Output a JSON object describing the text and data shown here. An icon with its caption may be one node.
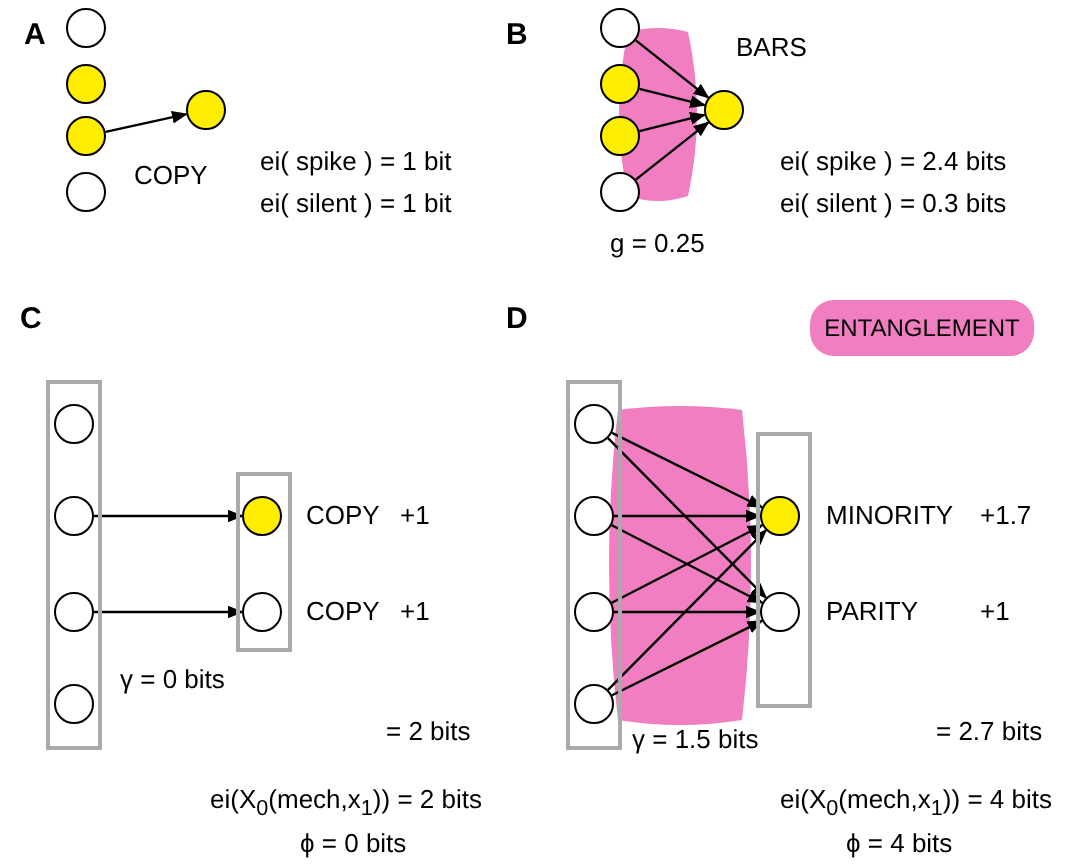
{
  "diagram": {
    "nodes": [
      {
        "text": [],
        "shape": "circle"
      },
      {
        "text": [],
        "shape": "circle"
      },
      {
        "text": [],
        "shape": "circle"
      },
      {
        "text": [],
        "shape": "circle"
      },
      {
        "text": [],
        "shape": "circle"
      },
      {
        "text": [],
        "shape": "circle"
      },
      {
        "text": [],
        "shape": "circle"
      },
      {
        "text": [],
        "shape": "circle"
      },
      {
        "text": [],
        "shape": "circle"
      },
      {
        "text": [],
        "shape": "circle"
      },
      {
        "text": [],
        "shape": "box"
      },
      {
        "text": [],
        "shape": "circle",
        "in": 10
      },
      {
        "text": [],
        "shape": "circle",
        "in": 10
      },
      {
        "text": [],
        "shape": "circle",
        "in": 10
      },
      {
        "text": [],
        "shape": "circle",
        "in": 10
      },
      {
        "text": [],
        "shape": "box"
      },
      {
        "text": [],
        "shape": "circle",
        "in": 15
      },
      {
        "text": [],
        "shape": "circle",
        "in": 15
      },
      {
        "text": [],
        "shape": "box"
      },
      {
        "text": [],
        "shape": "circle",
        "in": 18
      },
      {
        "text": [],
        "shape": "circle",
        "in": 18
      },
      {
        "text": [],
        "shape": "circle",
        "in": 18
      },
      {
        "text": [],
        "shape": "circle",
        "in": 18
      },
      {
        "text": [],
        "shape": "box"
      },
      {
        "text": [],
        "shape": "circle",
        "in": 23
      },
      {
        "text": [],
        "shape": "circle",
        "in": 23
      }
    ],
    "edges": [
      {
        "from": 2,
        "to": 4,
        "arrow": "to"
      },
      {
        "from": 5,
        "to": 9,
        "arrow": "to"
      },
      {
        "from": 6,
        "to": 9,
        "arrow": "to"
      },
      {
        "from": 7,
        "to": 9,
        "arrow": "to"
      },
      {
        "from": 8,
        "to": 9,
        "arrow": "to"
      },
      {
        "from": 12,
        "to": 16,
        "arrow": "to"
      },
      {
        "from": 13,
        "to": 17,
        "arrow": "to"
      },
      {
        "from": 19,
        "to": 24,
        "arrow": "to"
      },
      {
        "from": 19,
        "to": 25,
        "arrow": "to"
      },
      {
        "from": 20,
        "to": 24,
        "arrow": "to"
      },
      {
        "from": 20,
        "to": 25,
        "arrow": "to"
      },
      {
        "from": 21,
        "to": 24,
        "arrow": "to"
      },
      {
        "from": 21,
        "to": 25,
        "arrow": "to"
      },
      {
        "from": 22,
        "to": 24,
        "arrow": "to"
      },
      {
        "from": 22,
        "to": 25,
        "arrow": "to"
      }
    ],
    "labels": [
      "A",
      "B",
      "COPY",
      "ei( spike ) = 1 bit",
      "ei( silent ) = 1 bit",
      "BARS",
      "ei( spike ) = 2.4 bits",
      "ei( silent ) = 0.3 bits",
      "g = 0.25",
      "C",
      "D",
      "COPY",
      "+1",
      "COPY",
      "+1",
      "γ = 0 bits",
      "= 2 bits",
      "ei(X$_{0}$(mech,x$_{1}$)) = 2 bits",
      "ϕ = 0 bits",
      "MINORITY",
      "+1.7",
      "PARITY",
      "+1",
      "γ = 1.5 bits",
      "= 2.7 bits",
      "ei(X$_{0}$(mech,x$_{1}$)) = 4 bits",
      "ϕ = 4 bits"
    ],
    "legend": [
      {
        "text": "ENTANGLEMENT",
        "color": "#f07ec0"
      }
    ]
  }
}
